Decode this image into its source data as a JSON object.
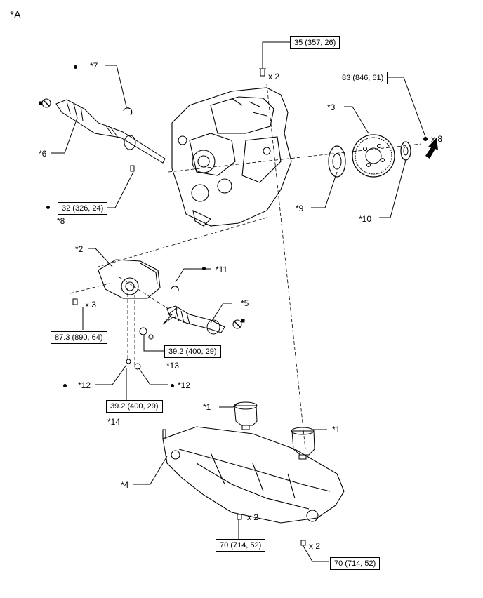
{
  "figure_id": "*A",
  "callouts": {
    "c1a": "*1",
    "c1b": "*1",
    "c2": "*2",
    "c3": "*3",
    "c4": "*4",
    "c5": "*5",
    "c6": "*6",
    "c7": "*7",
    "c8": "*8",
    "c9": "*9",
    "c10": "*10",
    "c11": "*11",
    "c12a": "*12",
    "c12b": "*12",
    "c13": "*13",
    "c14": "*14"
  },
  "torques": {
    "t_engine_top": "35 (357, 26)",
    "t_flywheel": "83 (846, 61)",
    "t_shaft_bolt": "32 (326, 24)",
    "t_diff_bolt": "87.3 (890, 64)",
    "t_diff_nut": "39.2 (400, 29)",
    "t_diff_nut2": "39.2 (400, 29)",
    "t_frame_left": "70 (714, 52)",
    "t_frame_right": "70 (714, 52)"
  },
  "quantities": {
    "q_engine_top": "x 2",
    "q_flywheel": "x 8",
    "q_diff_bolt": "x 3",
    "q_frame_left": "x 2",
    "q_frame_right": "x 2"
  }
}
